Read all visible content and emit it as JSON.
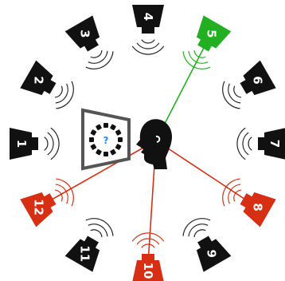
{
  "colors": {
    "active": "#d62f14",
    "target": "#22b022",
    "inactive": "#111111",
    "label": "#ffffff",
    "screen_border": "#555555",
    "question": "#1e90ff"
  },
  "screen": {
    "symbol": "?",
    "icon": "speaker-ring-icon"
  },
  "listener": {
    "icon": "head-silhouette-icon"
  },
  "speakers": [
    {
      "label": "1",
      "state": "inactive"
    },
    {
      "label": "2",
      "state": "inactive"
    },
    {
      "label": "3",
      "state": "inactive"
    },
    {
      "label": "4",
      "state": "inactive"
    },
    {
      "label": "5",
      "state": "target"
    },
    {
      "label": "6",
      "state": "inactive"
    },
    {
      "label": "7",
      "state": "inactive"
    },
    {
      "label": "8",
      "state": "active"
    },
    {
      "label": "9",
      "state": "inactive"
    },
    {
      "label": "10",
      "state": "active"
    },
    {
      "label": "11",
      "state": "inactive"
    },
    {
      "label": "12",
      "state": "active"
    }
  ]
}
